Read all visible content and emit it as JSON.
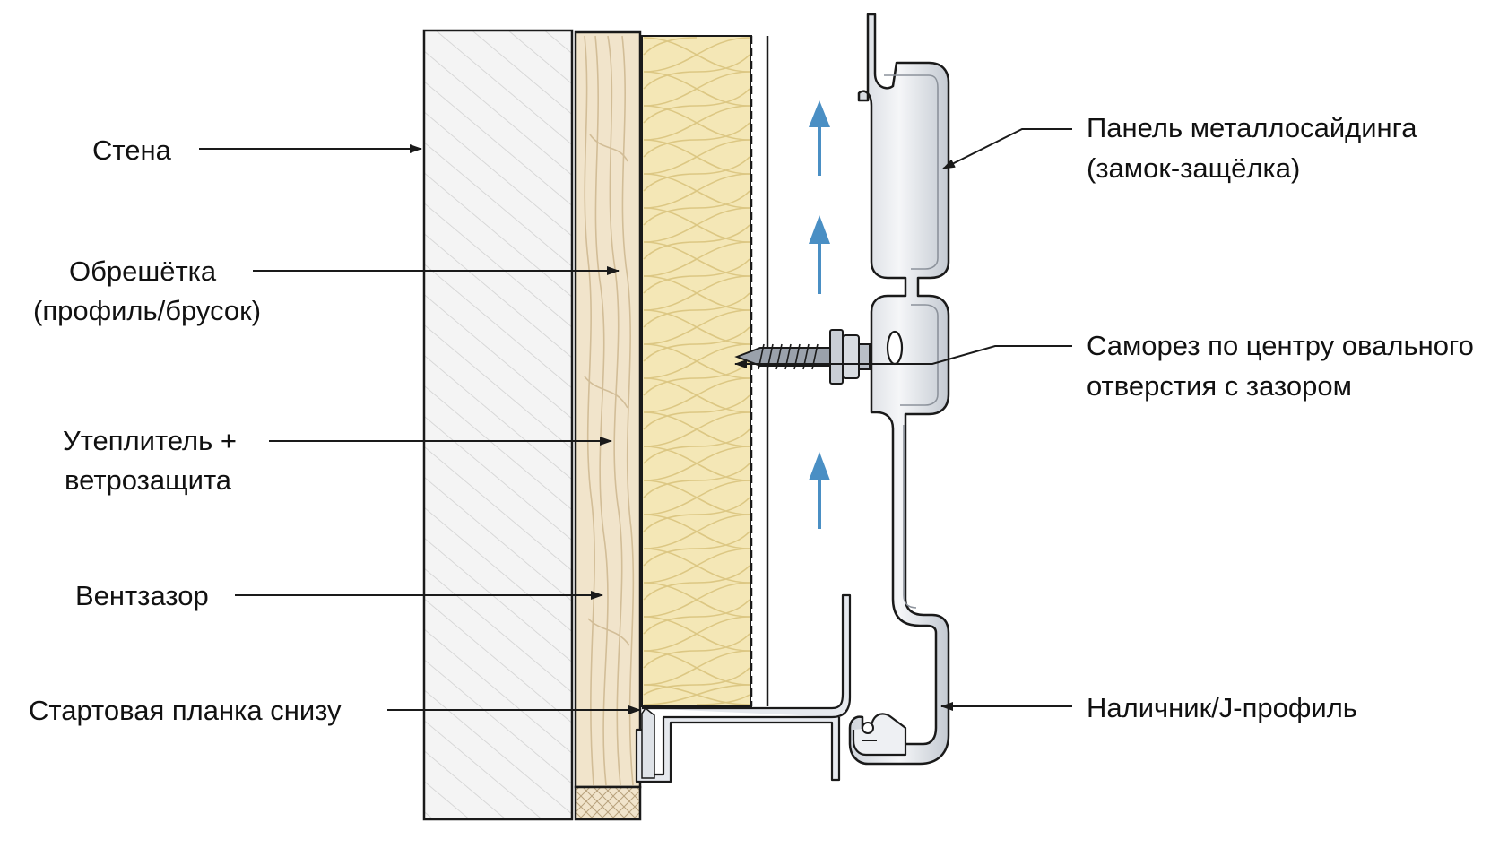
{
  "labels": {
    "wall": "Стена",
    "batten": [
      "Обрешётка",
      "(профиль/брусок)"
    ],
    "insulation": [
      "Утеплитель +",
      "ветрозащита"
    ],
    "vent_gap": "Вентзазор",
    "starter_strip": "Стартовая планка снизу",
    "panel": [
      "Панель металлосайдинга",
      "(замок-защёлка)"
    ],
    "screw": [
      "Саморез по центру овального",
      "отверстия с зазором"
    ],
    "j_profile": "Наличник/J-профиль"
  },
  "colors": {
    "line": "#1a1a1a",
    "wall_fill": "#f4f4f4",
    "wall_hatch": "#cfcfcf",
    "wood": "#f1e4cb",
    "wood_grain": "#d6c3a0",
    "insulation": "#f4e7b6",
    "insulation_line": "#e2cf8e",
    "metal": "#e6e9ee",
    "metal_dark": "#a9afb8",
    "airflow_arrow": "#4a8fc4"
  },
  "icons": {
    "airflow": "arrow-up-icon",
    "screw": "screw-icon"
  }
}
